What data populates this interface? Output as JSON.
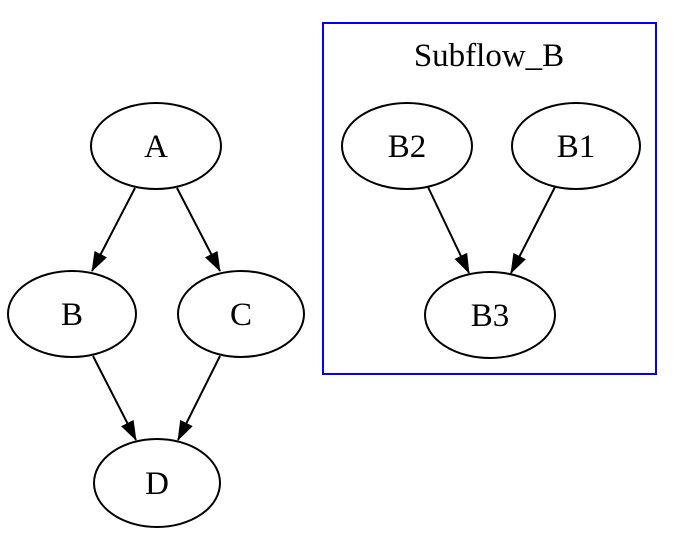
{
  "graph": {
    "type": "digraph",
    "background_color": "#ffffff",
    "node_fill": "#ffffff",
    "node_stroke": "#000000",
    "edge_color": "#000000",
    "text_color": "#000000",
    "cluster": {
      "label": "Subflow_B",
      "border_color": "#0000ff"
    },
    "nodes": [
      {
        "id": "A",
        "label": "A"
      },
      {
        "id": "B",
        "label": "B"
      },
      {
        "id": "C",
        "label": "C"
      },
      {
        "id": "D",
        "label": "D"
      },
      {
        "id": "B2",
        "label": "B2"
      },
      {
        "id": "B1",
        "label": "B1"
      },
      {
        "id": "B3",
        "label": "B3"
      }
    ],
    "edges": [
      {
        "from": "A",
        "to": "B"
      },
      {
        "from": "A",
        "to": "C"
      },
      {
        "from": "B",
        "to": "D"
      },
      {
        "from": "C",
        "to": "D"
      },
      {
        "from": "B2",
        "to": "B3"
      },
      {
        "from": "B1",
        "to": "B3"
      }
    ]
  }
}
